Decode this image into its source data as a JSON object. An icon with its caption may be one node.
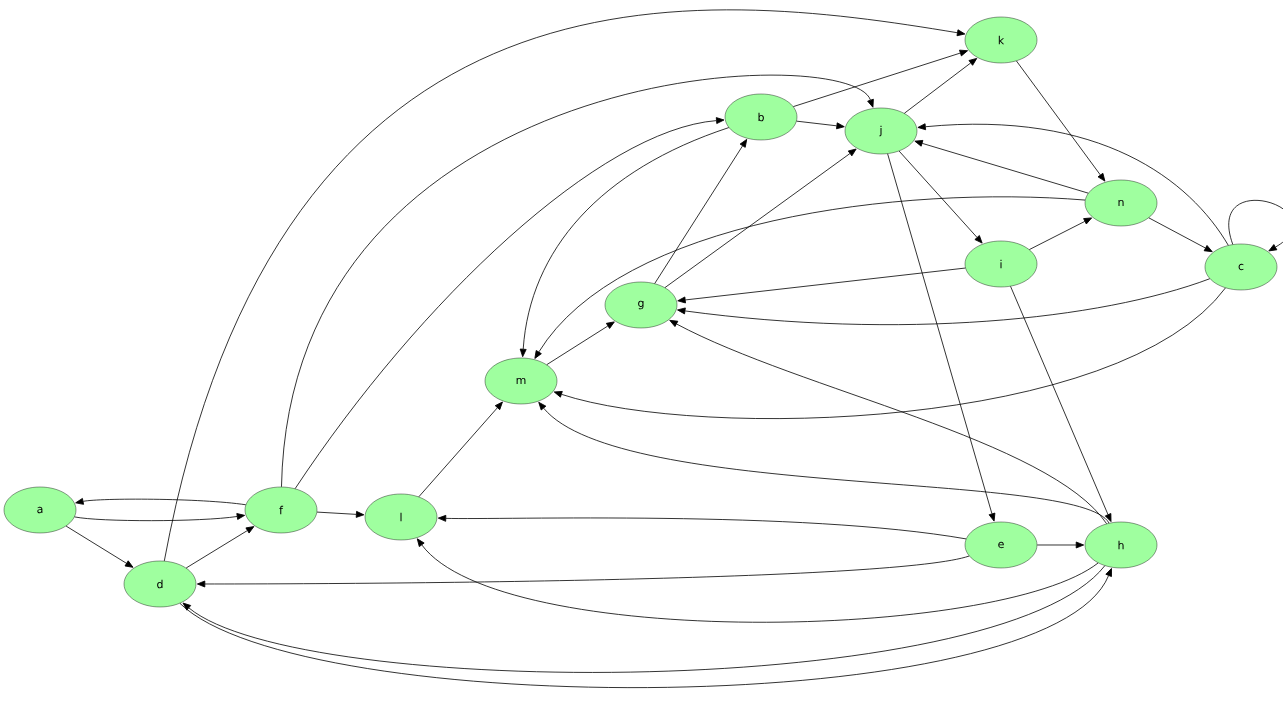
{
  "diagram": {
    "nodes": [
      {
        "text": [
          "k"
        ]
      },
      {
        "text": [
          "b"
        ]
      },
      {
        "text": [
          "j"
        ]
      },
      {
        "text": [
          "n"
        ]
      },
      {
        "text": [
          "i"
        ]
      },
      {
        "text": [
          "c"
        ]
      },
      {
        "text": [
          "g"
        ]
      },
      {
        "text": [
          "m"
        ]
      },
      {
        "text": [
          "a"
        ]
      },
      {
        "text": [
          "f"
        ]
      },
      {
        "text": [
          "l"
        ]
      },
      {
        "text": [
          "e"
        ]
      },
      {
        "text": [
          "h"
        ]
      },
      {
        "text": [
          "d"
        ]
      }
    ],
    "edges": [
      {
        "from": 8,
        "to": 9,
        "arrow": "to"
      },
      {
        "from": 9,
        "to": 8,
        "arrow": "to"
      },
      {
        "from": 8,
        "to": 13,
        "arrow": "to"
      },
      {
        "from": 13,
        "to": 9,
        "arrow": "to"
      },
      {
        "from": 9,
        "to": 10,
        "arrow": "to"
      },
      {
        "from": 10,
        "to": 7,
        "arrow": "to"
      },
      {
        "from": 13,
        "to": 0,
        "arrow": "to"
      },
      {
        "from": 9,
        "to": 2,
        "arrow": "to"
      },
      {
        "from": 9,
        "to": 1,
        "arrow": "to"
      },
      {
        "from": 1,
        "to": 0,
        "arrow": "to"
      },
      {
        "from": 1,
        "to": 2,
        "arrow": "to"
      },
      {
        "from": 1,
        "to": 7,
        "arrow": "to"
      },
      {
        "from": 7,
        "to": 6,
        "arrow": "to"
      },
      {
        "from": 6,
        "to": 1,
        "arrow": "to"
      },
      {
        "from": 6,
        "to": 2,
        "arrow": "to"
      },
      {
        "from": 2,
        "to": 0,
        "arrow": "to"
      },
      {
        "from": 2,
        "to": 4,
        "arrow": "to"
      },
      {
        "from": 2,
        "to": 11,
        "arrow": "to"
      },
      {
        "from": 0,
        "to": 3,
        "arrow": "to"
      },
      {
        "from": 3,
        "to": 2,
        "arrow": "to"
      },
      {
        "from": 3,
        "to": 5,
        "arrow": "to"
      },
      {
        "from": 3,
        "to": 7,
        "arrow": "to"
      },
      {
        "from": 5,
        "to": 2,
        "arrow": "to"
      },
      {
        "from": 5,
        "to": 5,
        "arrow": "to"
      },
      {
        "from": 4,
        "to": 3,
        "arrow": "to"
      },
      {
        "from": 4,
        "to": 6,
        "arrow": "to"
      },
      {
        "from": 4,
        "to": 12,
        "arrow": "to"
      },
      {
        "from": 5,
        "to": 6,
        "arrow": "to"
      },
      {
        "from": 5,
        "to": 7,
        "arrow": "to"
      },
      {
        "from": 12,
        "to": 6,
        "arrow": "to"
      },
      {
        "from": 12,
        "to": 7,
        "arrow": "to"
      },
      {
        "from": 11,
        "to": 10,
        "arrow": "to"
      },
      {
        "from": 11,
        "to": 12,
        "arrow": "to"
      },
      {
        "from": 11,
        "to": 13,
        "arrow": "to"
      },
      {
        "from": 12,
        "to": 10,
        "arrow": "to"
      },
      {
        "from": 12,
        "to": 13,
        "arrow": "to"
      },
      {
        "from": 13,
        "to": 12,
        "arrow": "to"
      }
    ]
  }
}
